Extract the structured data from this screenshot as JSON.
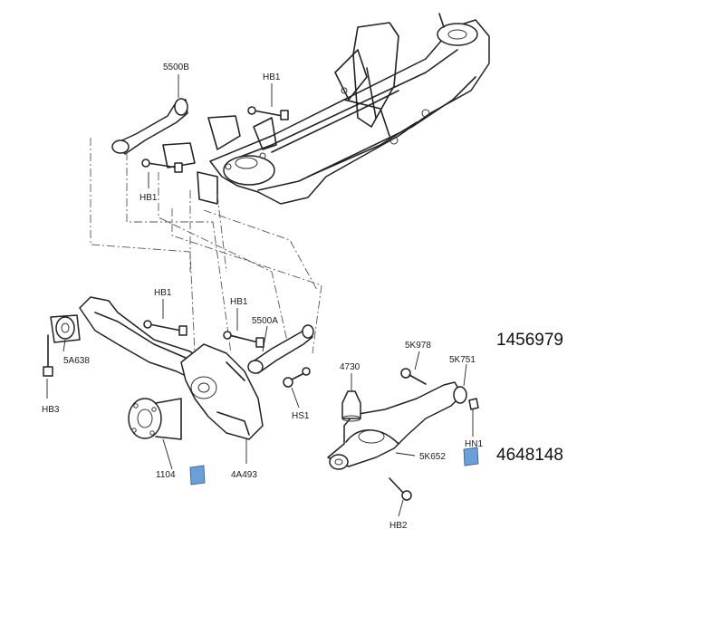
{
  "callouts": {
    "c5500B": "5500B",
    "hb1_top": "HB1",
    "hb1_left": "HB1",
    "hb1_mid": "HB1",
    "hb1_mid2": "HB1",
    "c5500A": "5500A",
    "c5A638": "5A638",
    "hb3": "HB3",
    "c1104": "1104",
    "c4A493": "4A493",
    "hs1": "HS1",
    "c4730": "4730",
    "c5K978": "5K978",
    "c5K751": "5K751",
    "hn1": "HN1",
    "c5K652": "5K652",
    "hb2": "HB2"
  },
  "part_numbers": {
    "pn1": "1456979",
    "pn2": "4648148"
  },
  "colors": {
    "marker": "#6a9fd8",
    "line": "#222222"
  }
}
